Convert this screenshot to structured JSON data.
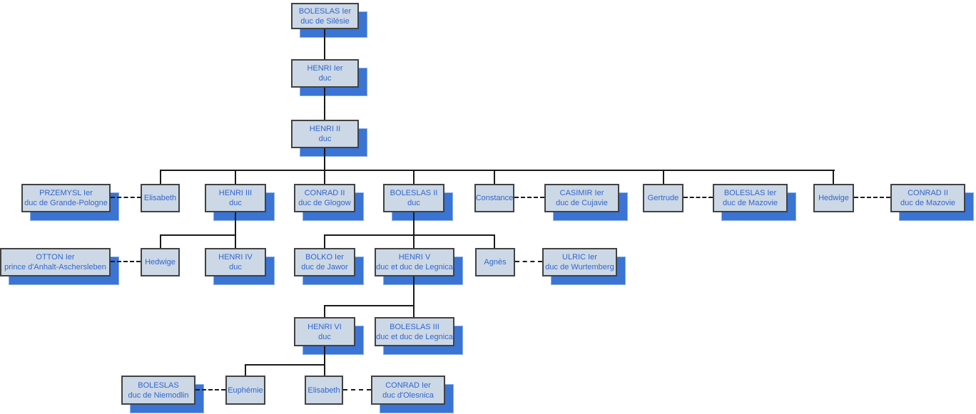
{
  "colors": {
    "box_fill": "#ccd8e6",
    "box_border": "#424242",
    "text": "#3366cc",
    "shadow_fill": "#3a74d4",
    "shadow_edge": "#8aaee8",
    "line": "#1a1a1a",
    "background": "#ffffff"
  },
  "diagram": {
    "type": "family-tree",
    "nodes": {
      "boleslas1_silesie": {
        "line1": "BOLESLAS Ier",
        "line2": "duc de Silésie"
      },
      "henri1": {
        "line1": "HENRI Ier",
        "line2": "duc"
      },
      "henri2": {
        "line1": "HENRI II",
        "line2": "duc"
      },
      "przemysl1": {
        "line1": "PRZEMYSL Ier",
        "line2": "duc de Grande-Pologne"
      },
      "elisabeth_r4": {
        "line1": "Elisabeth"
      },
      "henri3": {
        "line1": "HENRI III",
        "line2": "duc"
      },
      "conrad2_glogow": {
        "line1": "CONRAD II",
        "line2": "duc de Glogow"
      },
      "boleslas2": {
        "line1": "BOLESLAS II",
        "line2": "duc"
      },
      "constance": {
        "line1": "Constance"
      },
      "casimir1_cujavie": {
        "line1": "CASIMIR Ier",
        "line2": "duc de Cujavie"
      },
      "gertrude": {
        "line1": "Gertrude"
      },
      "boleslas1_mazovie": {
        "line1": "BOLESLAS Ier",
        "line2": "duc de Mazovie"
      },
      "hedwige_r4": {
        "line1": "Hedwige"
      },
      "conrad2_mazovie": {
        "line1": "CONRAD II",
        "line2": "duc de Mazovie"
      },
      "otton1_anhalt": {
        "line1": "OTTON Ier",
        "line2": "prince d'Anhalt-Aschersleben"
      },
      "hedwige_r5": {
        "line1": "Hedwige"
      },
      "henri4": {
        "line1": "HENRI IV",
        "line2": "duc"
      },
      "bolko1_jawor": {
        "line1": "BOLKO Ier",
        "line2": "duc de Jawor"
      },
      "henri5_legnica": {
        "line1": "HENRI V",
        "line2": "duc et duc de Legnica"
      },
      "agnes": {
        "line1": "Agnès"
      },
      "ulric1_wurtemberg": {
        "line1": "ULRIC Ier",
        "line2": "duc de Wurtemberg"
      },
      "henri6": {
        "line1": "HENRI VI",
        "line2": "duc"
      },
      "boleslas3_legnica": {
        "line1": "BOLESLAS III",
        "line2": "duc et duc de Legnica"
      },
      "boleslas_niemodlin": {
        "line1": "BOLESLAS",
        "line2": "duc de Niemodlin"
      },
      "euphemie": {
        "line1": "Euphémie"
      },
      "elisabeth_r7": {
        "line1": "Elisabeth"
      },
      "conrad1_olesnica": {
        "line1": "CONRAD Ier",
        "line2": "duc d'Olesnica"
      }
    }
  }
}
